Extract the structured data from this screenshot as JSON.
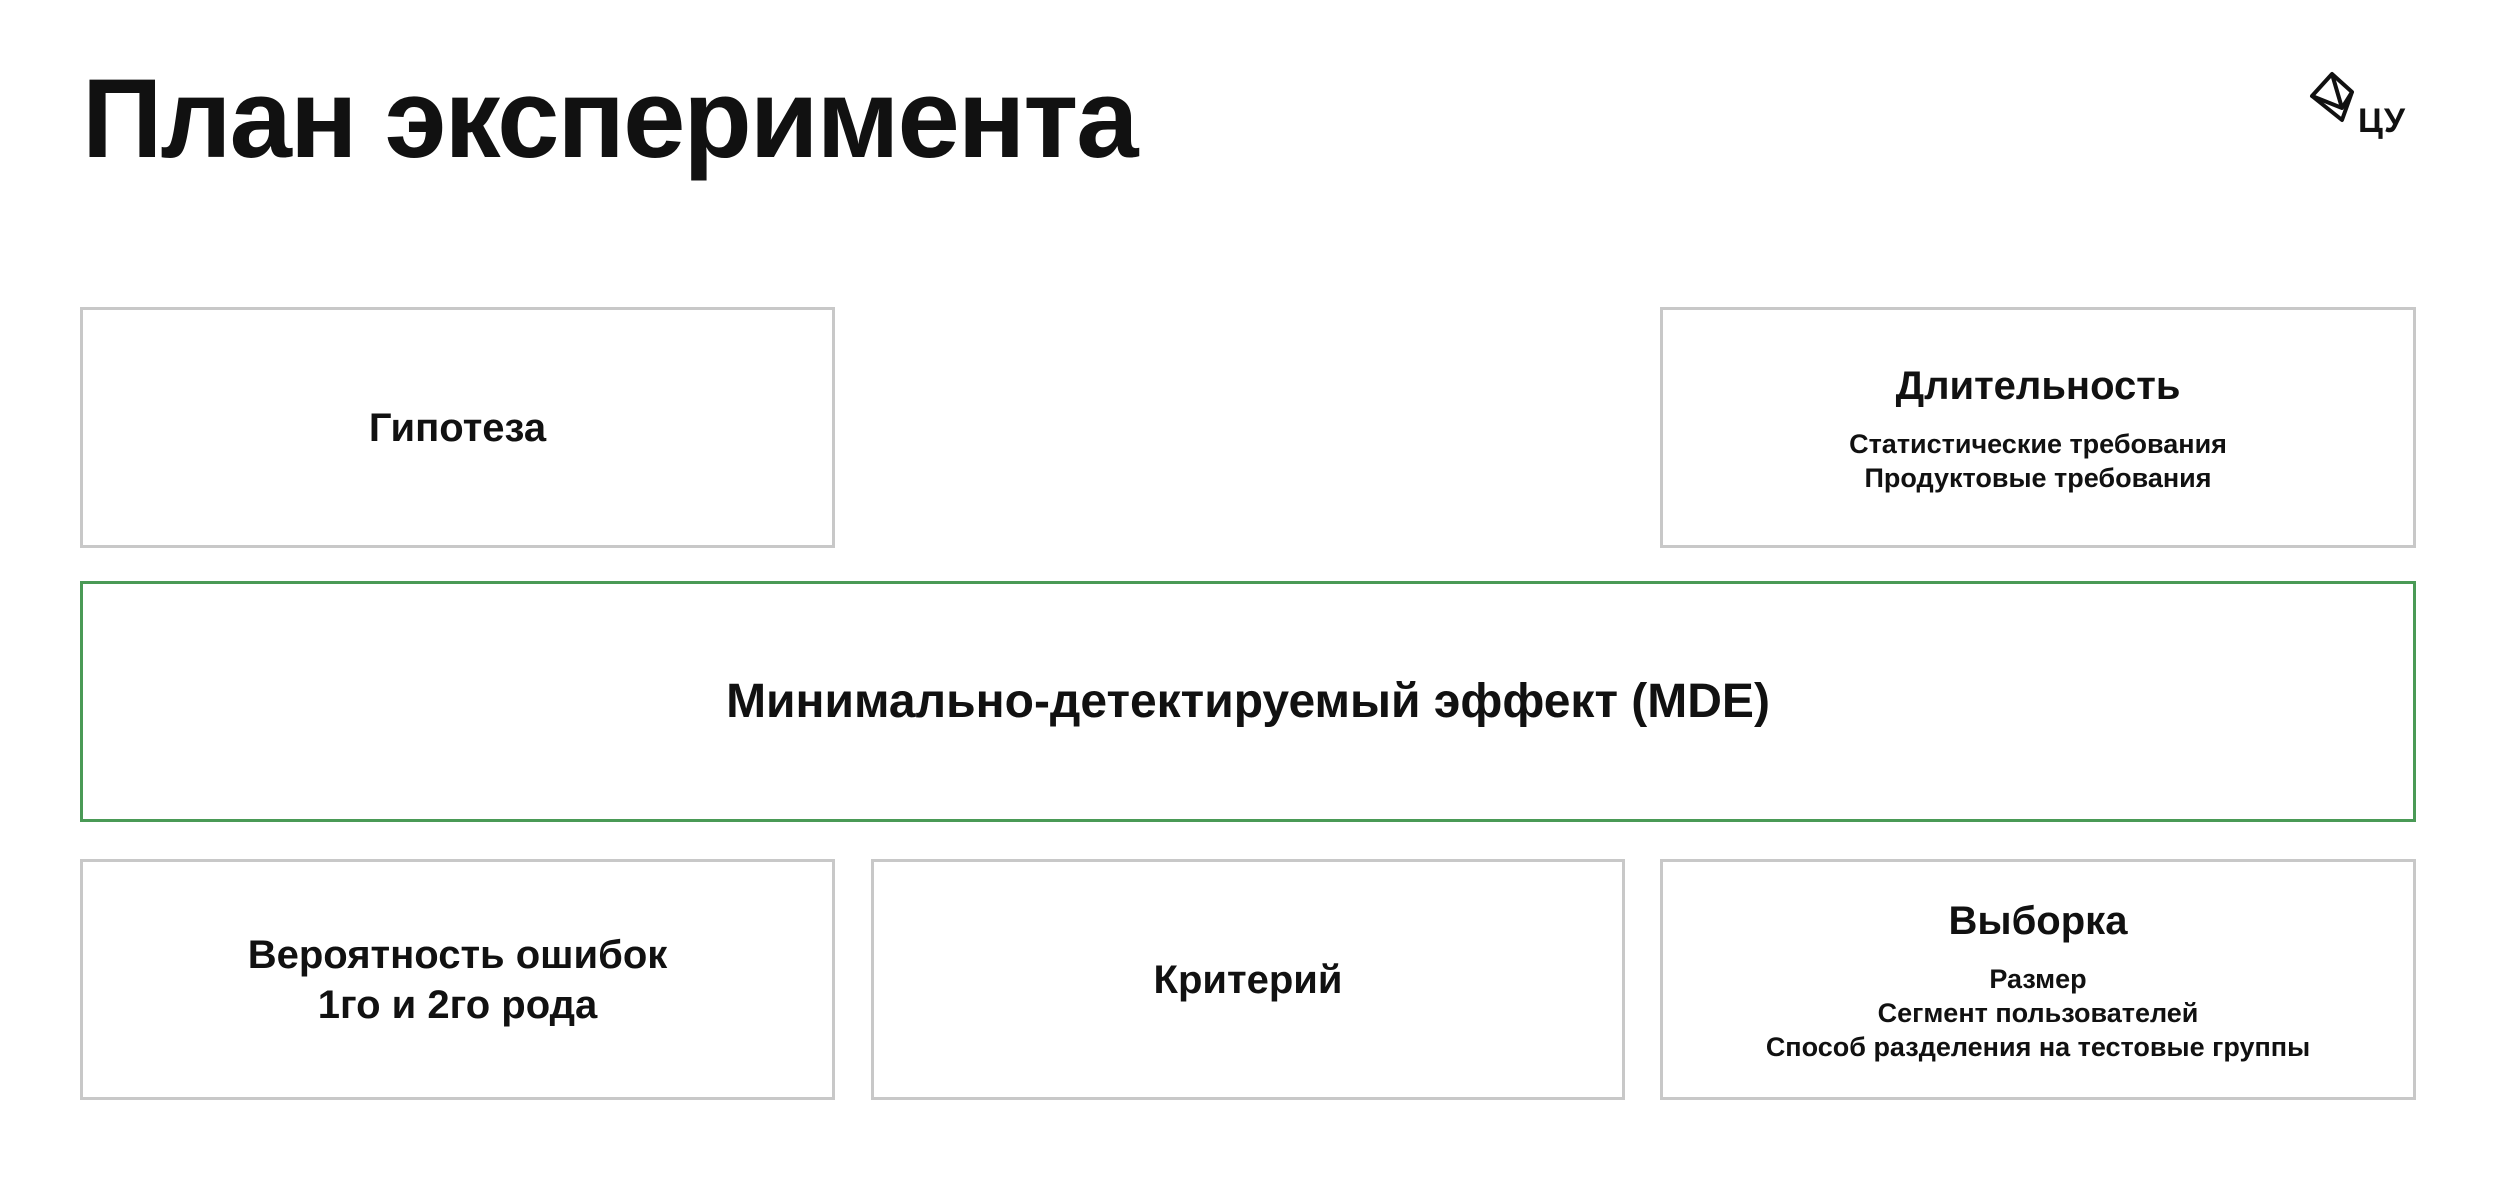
{
  "slide": {
    "title": "План эксперимента",
    "logo_text": "ЦУ"
  },
  "boxes": {
    "hypothesis": {
      "title": "Гипотеза"
    },
    "duration": {
      "title": "Длительность",
      "items": [
        "Статистические требования",
        "Продуктовые требования"
      ]
    },
    "mde": {
      "title": "Минимально-детектируемый эффект (MDE)"
    },
    "errors": {
      "title_lines": [
        "Вероятность ошибок",
        "1го и 2го рода"
      ]
    },
    "criterion": {
      "title": "Критерий"
    },
    "sample": {
      "title": "Выборка",
      "items": [
        "Размер",
        "Сегмент пользователей",
        "Способ разделения на тестовые группы"
      ]
    }
  },
  "colors": {
    "accent_border": "#4a9a56",
    "box_border": "#c8c8c8",
    "text": "#111111"
  },
  "icons": {
    "logo": "cu-logo-icon"
  }
}
